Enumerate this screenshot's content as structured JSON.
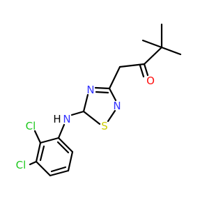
{
  "molecule": {
    "colors": {
      "bond": "#000000",
      "nitrogen": "#3333ff",
      "oxygen": "#ff0d0d",
      "sulfur": "#cccc00",
      "chlorine": "#1ec81e",
      "hydrogen": "#000000"
    },
    "atoms": {
      "ring_n4": "N",
      "ring_n2": "N",
      "ring_s1": "S",
      "nh_n": "N",
      "nh_h": "H",
      "carbonyl_o": "O",
      "cl_top": "Cl",
      "cl_bottom": "Cl"
    }
  }
}
